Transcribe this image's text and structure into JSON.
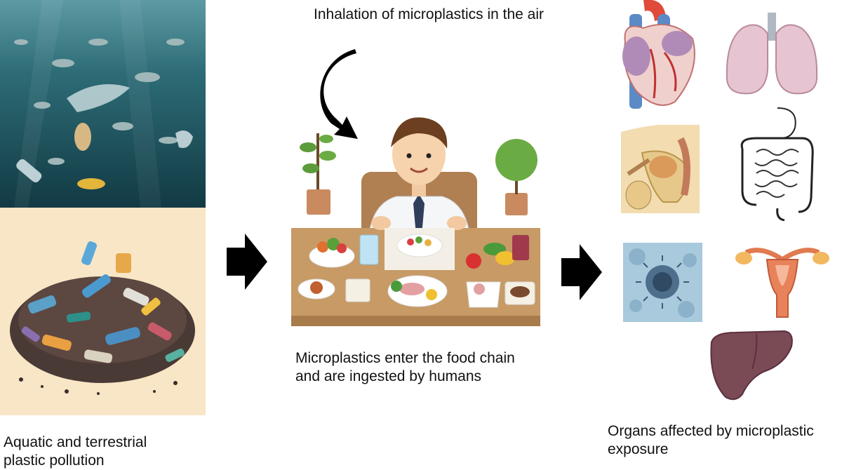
{
  "labels": {
    "pollution_line1": "Aquatic and terrestrial",
    "pollution_line2": "plastic pollution",
    "inhalation": "Inhalation of microplastics in the air",
    "ingestion_line1": "Microplastics enter the food chain",
    "ingestion_line2": "and are ingested by humans",
    "organs_line1": "Organs affected by microplastic",
    "organs_line2": "exposure"
  },
  "icons": {
    "flow_arrow": "right-arrow-icon",
    "inhalation_arrow": "curved-arrow-icon",
    "organs": [
      "heart-icon",
      "lungs-icon",
      "reproductive-organ-icon",
      "intestine-icon",
      "cell-icon",
      "uterus-icon",
      "liver-icon"
    ]
  },
  "colors": {
    "ocean": "#1f5b66",
    "sand": "#f9e6c6",
    "table": "#c79a66",
    "heart": "#d94a3a",
    "lungs": "#e2b8c8",
    "liver": "#7a4a55"
  }
}
